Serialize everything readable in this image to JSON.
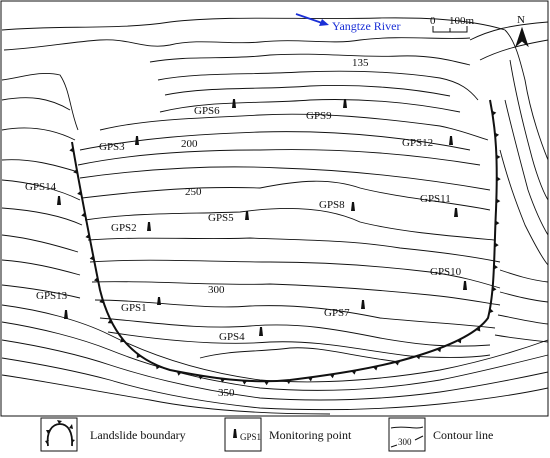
{
  "map": {
    "river_label": "Yangtze River",
    "river_color": "#1a2fd6",
    "north_label": "N",
    "scale": {
      "zero": "0",
      "distance": "100m"
    },
    "contour_labels": [
      {
        "id": "c135",
        "text": "135"
      },
      {
        "id": "c200",
        "text": "200"
      },
      {
        "id": "c250",
        "text": "250"
      },
      {
        "id": "c300",
        "text": "300"
      },
      {
        "id": "c350",
        "text": "350"
      }
    ],
    "monitoring_points": [
      {
        "id": "GPS1",
        "label": "GPS1"
      },
      {
        "id": "GPS2",
        "label": "GPS2"
      },
      {
        "id": "GPS3",
        "label": "GPS3"
      },
      {
        "id": "GPS4",
        "label": "GPS4"
      },
      {
        "id": "GPS5",
        "label": "GPS5"
      },
      {
        "id": "GPS6",
        "label": "GPS6"
      },
      {
        "id": "GPS7",
        "label": "GPS7"
      },
      {
        "id": "GPS8",
        "label": "GPS8"
      },
      {
        "id": "GPS9",
        "label": "GPS9"
      },
      {
        "id": "GPS10",
        "label": "GPS10"
      },
      {
        "id": "GPS11",
        "label": "GPS11"
      },
      {
        "id": "GPS12",
        "label": "GPS12"
      },
      {
        "id": "GPS13",
        "label": "GPS13"
      },
      {
        "id": "GPS14",
        "label": "GPS14"
      }
    ]
  },
  "legend": {
    "boundary_label": "Landslide boundary",
    "point_sample_label": "GPS1",
    "point_label": "Monitoring point",
    "contour_sample_value": "300",
    "contour_label": "Contour line"
  }
}
